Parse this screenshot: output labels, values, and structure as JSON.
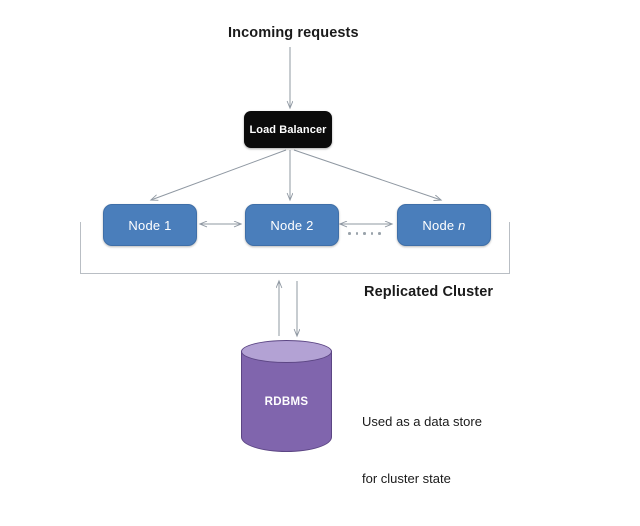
{
  "diagram": {
    "title": "Replicated cluster with load balancer and RDBMS data store",
    "background_color": "#ffffff",
    "incoming_label": "Incoming requests",
    "load_balancer": {
      "label": "Load Balancer",
      "fill_color": "#0b0b0b",
      "text_color": "#ffffff"
    },
    "cluster": {
      "label": "Replicated Cluster",
      "ellipsis": ".  .  .  .  .",
      "node_fill_color": "#4a7ebb",
      "node_text_color": "#ffffff",
      "nodes": [
        {
          "label_prefix": "Node ",
          "label_suffix": "1",
          "suffix_italic": false,
          "name": "Node 1"
        },
        {
          "label_prefix": "Node ",
          "label_suffix": "2",
          "suffix_italic": false,
          "name": "Node 2"
        },
        {
          "label_prefix": "Node ",
          "label_suffix": "n",
          "suffix_italic": true,
          "name": "Node n"
        }
      ]
    },
    "database": {
      "label": "RDBMS",
      "body_color": "#8065ad",
      "top_color": "#b3a2d4",
      "text_color": "#ffffff"
    },
    "database_note_line1": "Used as a data store",
    "database_note_line2": "for cluster state",
    "connector_color": "#8f98a2"
  }
}
